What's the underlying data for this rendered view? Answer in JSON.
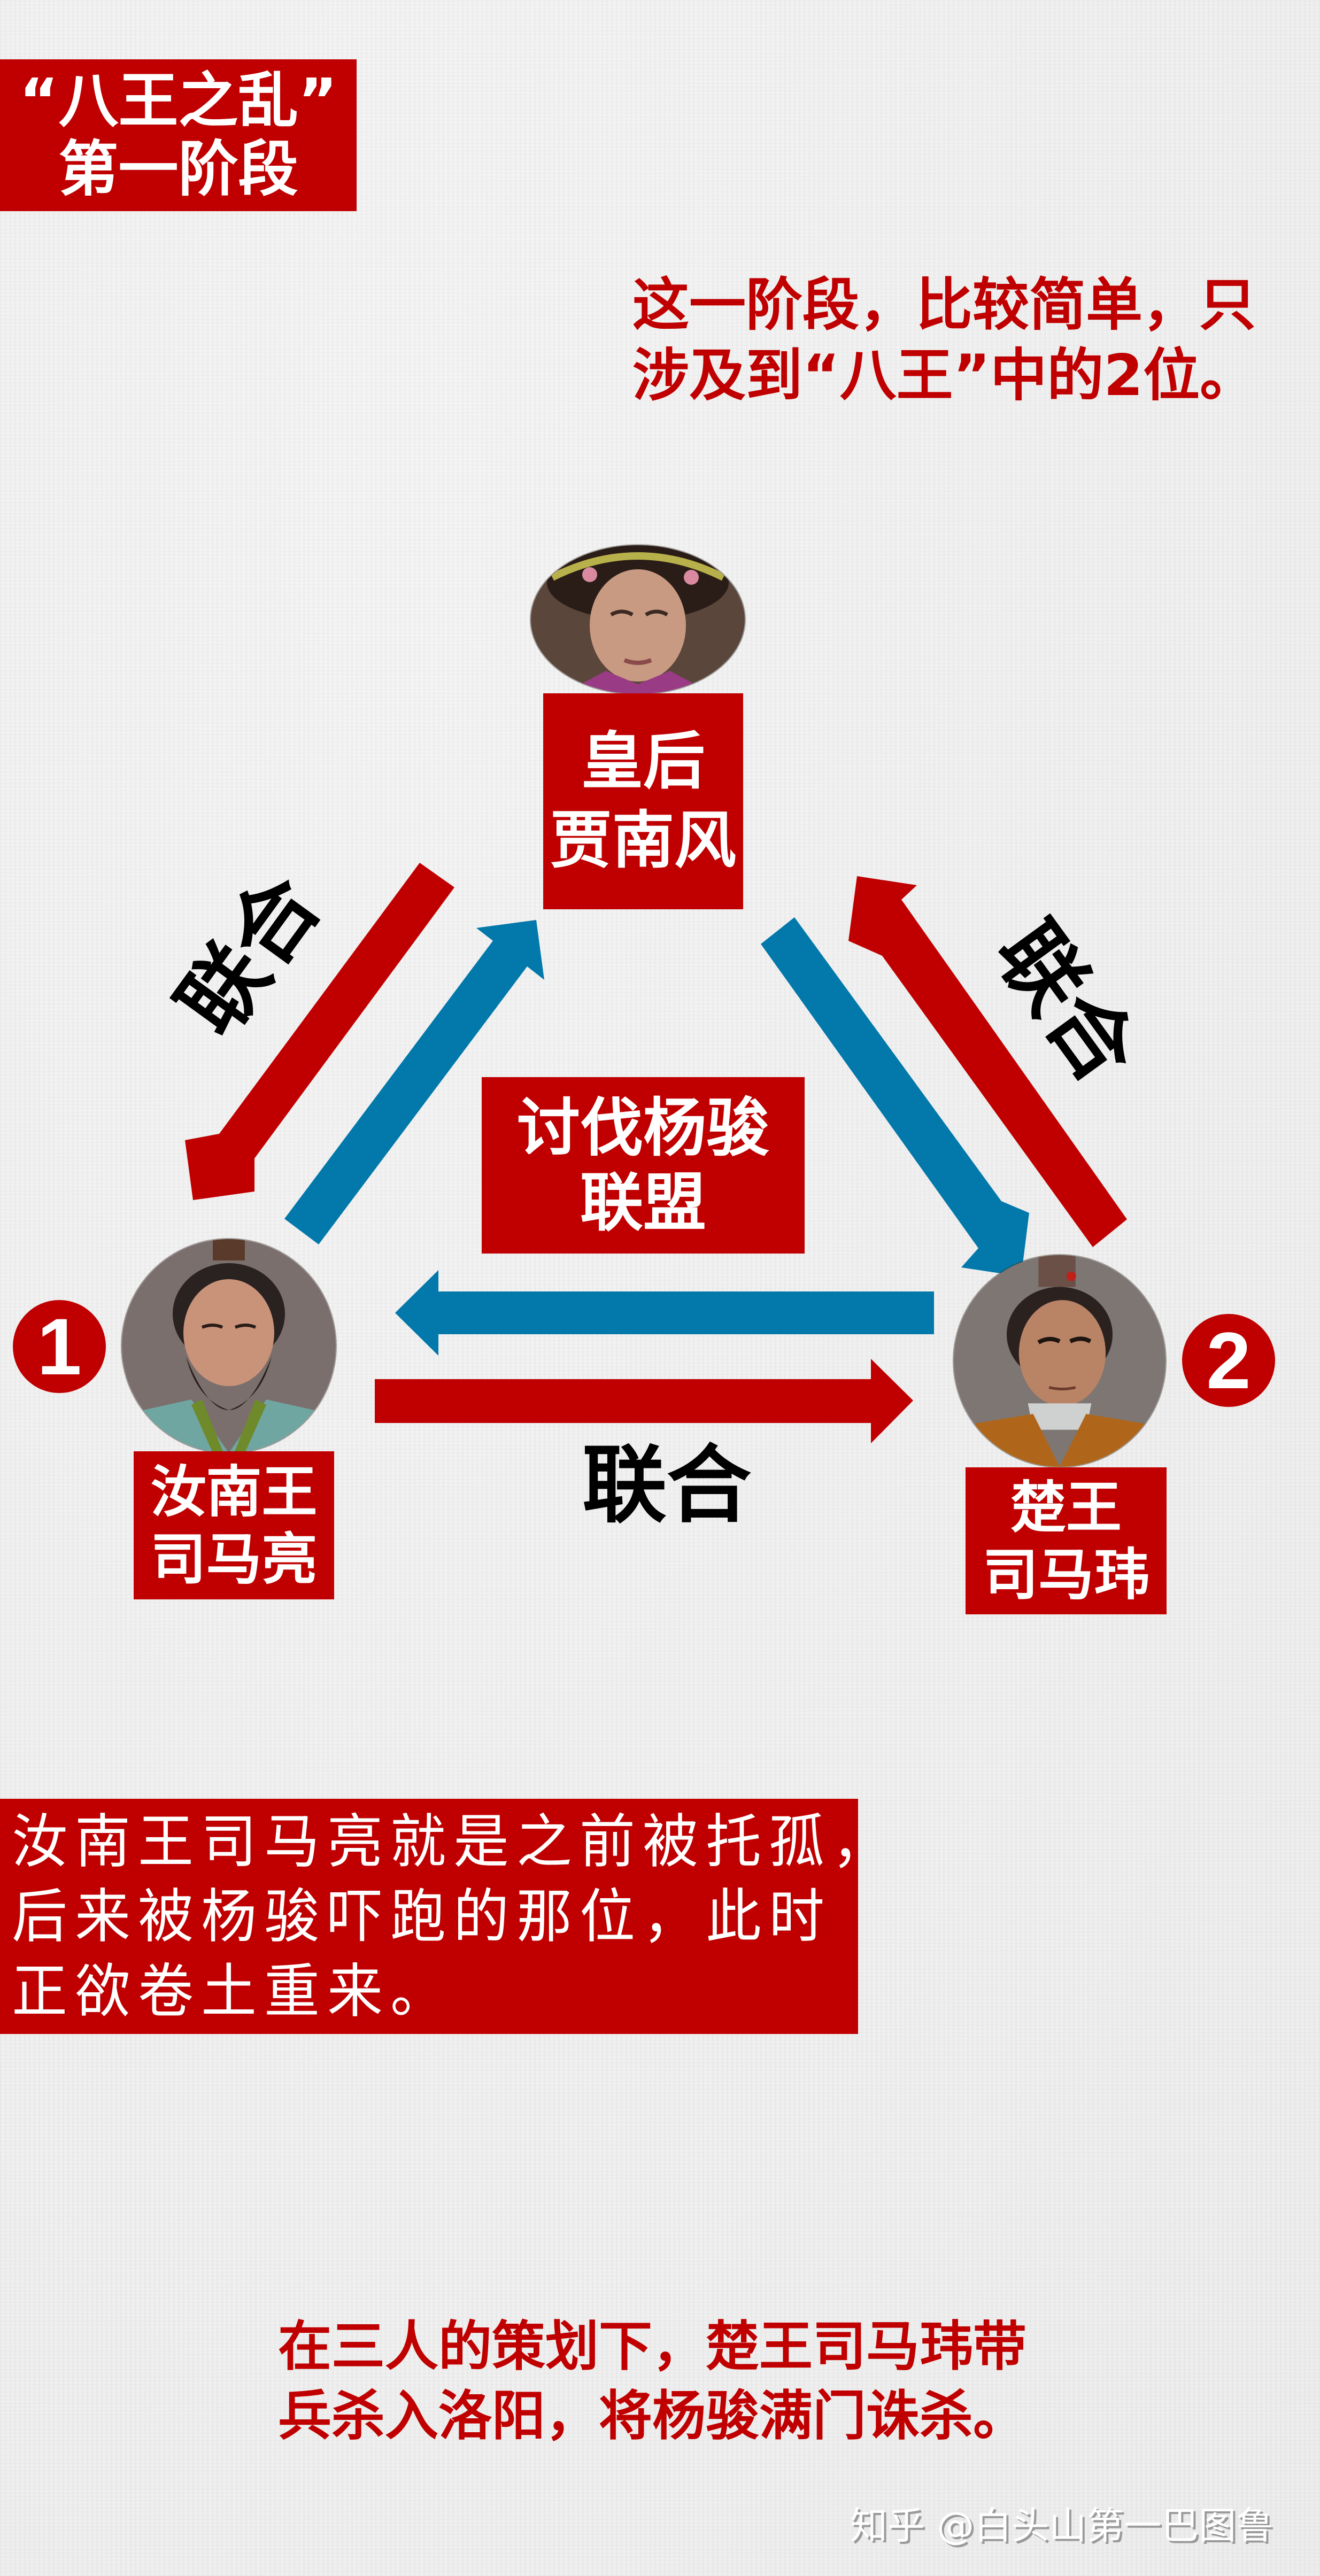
{
  "title": {
    "line1": "“八王之乱”",
    "line2": "第一阶段"
  },
  "intro": {
    "line1": "这一阶段，比较简单，只",
    "line2": "涉及到“八王”中的2位。"
  },
  "people": {
    "empress": {
      "line1": "皇后",
      "line2": "贾南风",
      "portrait_icon": "empress-portrait"
    },
    "king1": {
      "badge": "1",
      "line1": "汝南王",
      "line2": "司马亮",
      "portrait_icon": "king-runan-portrait"
    },
    "king2": {
      "badge": "2",
      "line1": "楚王",
      "line2": "司马玮",
      "portrait_icon": "king-chu-portrait"
    }
  },
  "alliance": {
    "line1": "讨伐杨骏",
    "line2": "联盟"
  },
  "relations": {
    "left": "联合",
    "right": "联合",
    "bottom": "联合"
  },
  "note": {
    "line1": "汝南王司马亮就是之前被托孤，",
    "line2": "后来被杨骏吓跑的那位，此时",
    "line3": "正欲卷土重来。"
  },
  "outro": {
    "line1": "在三人的策划下，楚王司马玮带",
    "line2": "兵杀入洛阳，将杨骏满门诛杀。"
  },
  "watermark": "知乎 @白头山第一巴图鲁",
  "colors": {
    "red": "#c00000",
    "blue": "#0278ab",
    "background": "#efefef",
    "text_white": "#ffffff",
    "text_black": "#000000"
  }
}
